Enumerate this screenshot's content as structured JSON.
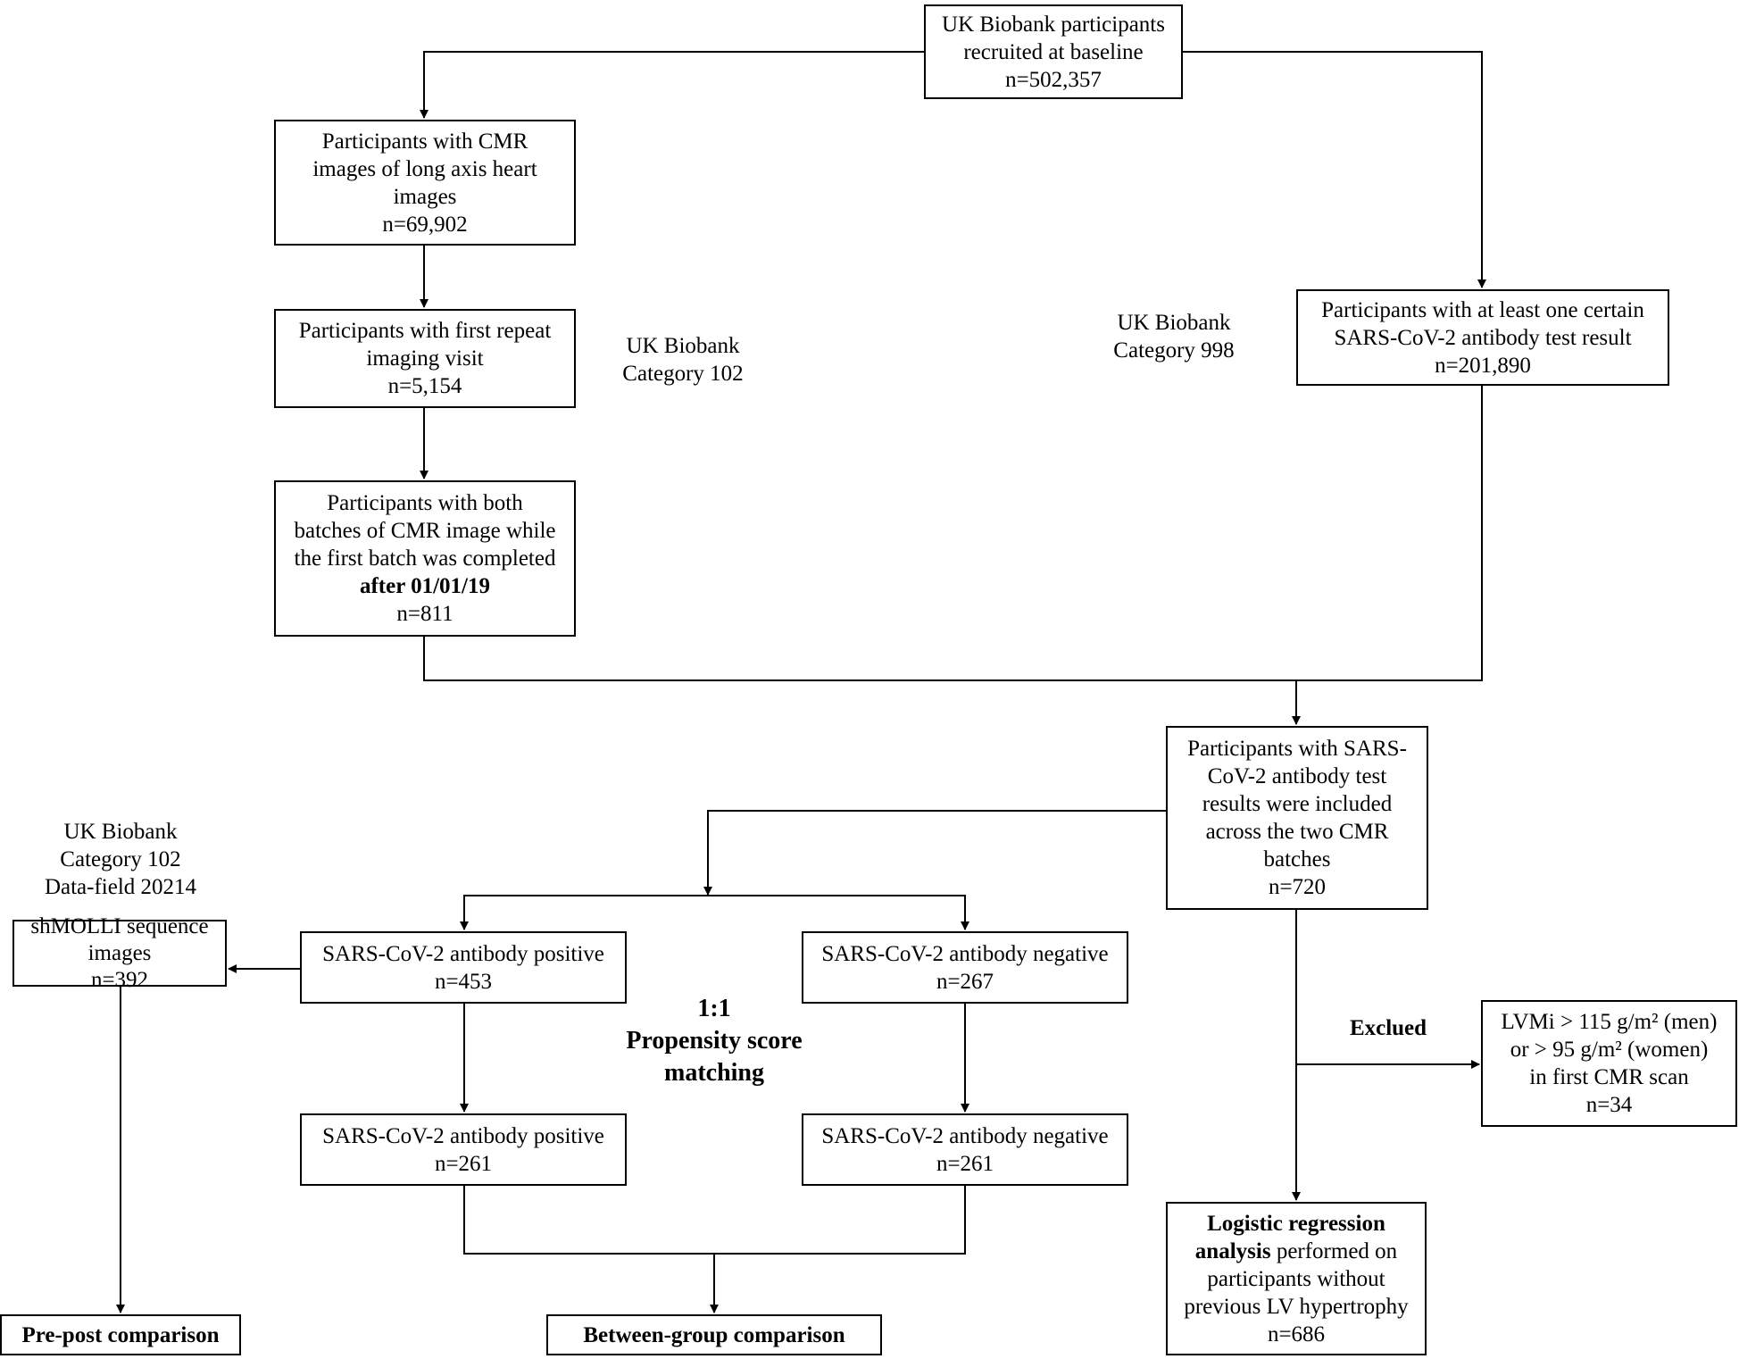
{
  "boxes": {
    "baseline": [
      "UK Biobank participants",
      "recruited at baseline",
      "n=502,357"
    ],
    "cmr": [
      "Participants with CMR",
      "images of long axis heart",
      "images",
      "n=69,902"
    ],
    "repeat": [
      "Participants with first repeat",
      "imaging visit",
      "n=5,154"
    ],
    "both": [
      "Participants with both",
      "batches of CMR image while",
      "the first batch was completed",
      "after 01/01/19",
      "n=811"
    ],
    "antibody_any": [
      "Participants with at least one certain",
      "SARS-CoV-2 antibody test result",
      "n=201,890"
    ],
    "included": [
      "Participants with SARS-",
      "CoV-2 antibody test",
      "results were included",
      "across the two CMR",
      "batches",
      "n=720"
    ],
    "pos1": [
      "SARS-CoV-2 antibody positive",
      "n=453"
    ],
    "neg1": [
      "SARS-CoV-2 antibody negative",
      "n=267"
    ],
    "pos2": [
      "SARS-CoV-2 antibody positive",
      "n=261"
    ],
    "neg2": [
      "SARS-CoV-2 antibody negative",
      "n=261"
    ],
    "shmolli": [
      "shMOLLI sequence",
      "images",
      "n=392"
    ],
    "excluded": [
      "LVMi > 115 g/m² (men)",
      "or > 95 g/m² (women)",
      "in first CMR scan",
      "n=34"
    ],
    "logistic": {
      "bold1": "Logistic regression",
      "bold2": "analysis",
      "rest2": " performed on",
      "lines": [
        "participants without",
        "previous LV hypertrophy",
        "n=686"
      ]
    },
    "prepost": "Pre-post comparison",
    "between": "Between-group comparison"
  },
  "labels": {
    "cat102": [
      "UK Biobank",
      "Category 102"
    ],
    "cat998": [
      "UK Biobank",
      "Category 998"
    ],
    "cat102_field": [
      "UK Biobank",
      "Category 102",
      "Data-field 20214"
    ],
    "psm": [
      "1:1",
      "Propensity score",
      "matching"
    ],
    "excluded": "Exclued"
  }
}
